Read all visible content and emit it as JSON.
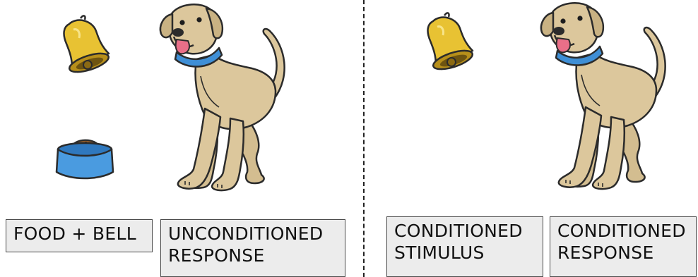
{
  "left_panel": {
    "labels": [
      "FOOD + BELL",
      "UNCONDITIONED",
      "RESPONSE"
    ]
  },
  "right_panel": {
    "labels": [
      "CONDITIONED",
      "STIMULUS",
      "CONDITIONED",
      "RESPONSE"
    ]
  },
  "icons": [
    "bell-icon",
    "food-bowl-icon",
    "dog-illustration"
  ],
  "colors": {
    "bell": "#e8c233",
    "bowl": "#4a9be0",
    "dog": "#dcc79c",
    "collar": "#3f8fd6",
    "tongue": "#e96f88",
    "label_bg": "#ececec"
  }
}
